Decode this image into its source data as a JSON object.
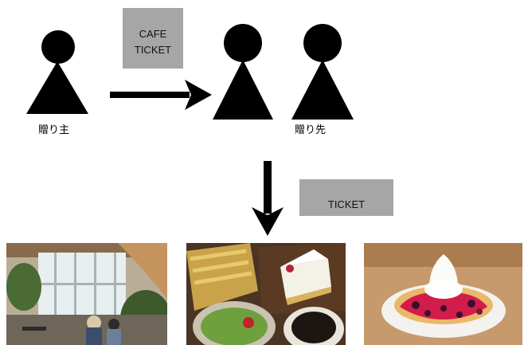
{
  "giver": {
    "label": "贈り主"
  },
  "recipients": {
    "label": "贈り先"
  },
  "cafe_ticket": {
    "line1": "CAFE",
    "line2": "TICKET"
  },
  "ticket": {
    "label": "TICKET"
  },
  "photos": [
    {
      "subject": "cafe-interior"
    },
    {
      "subject": "food-plate"
    },
    {
      "subject": "pancake-dessert"
    }
  ]
}
